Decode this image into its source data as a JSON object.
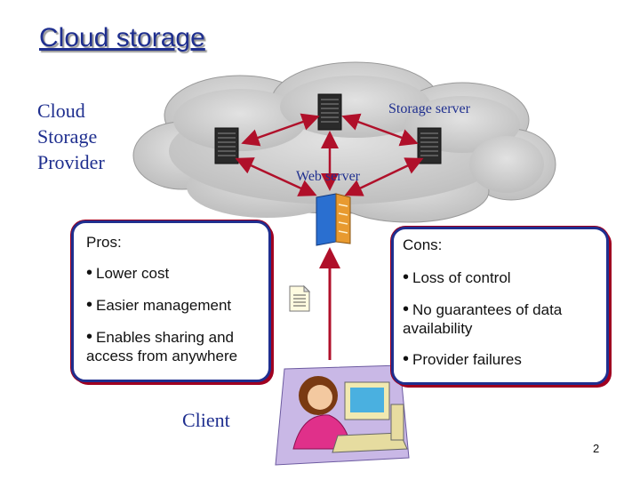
{
  "title": "Cloud storage",
  "provider_label_lines": [
    "Cloud",
    "Storage",
    "Provider"
  ],
  "storage_server_label": "Storage server",
  "web_server_label": "Web server",
  "client_label": "Client",
  "pros": {
    "heading": "Pros:",
    "items": [
      "Lower cost",
      "Easier management",
      "Enables sharing and access from anywhere"
    ]
  },
  "cons": {
    "heading": "Cons:",
    "items": [
      "Loss of control",
      "No guarantees of data availability",
      "Provider failures"
    ]
  },
  "page_number": "2",
  "colors": {
    "text_blue": "#1f2f8f",
    "arrow_red": "#b0102a",
    "cloud_gray": "#c8c8c8"
  },
  "icons": [
    "server-rack-icon",
    "web-server-tower-icon",
    "document-icon",
    "user-at-computer-icon"
  ]
}
